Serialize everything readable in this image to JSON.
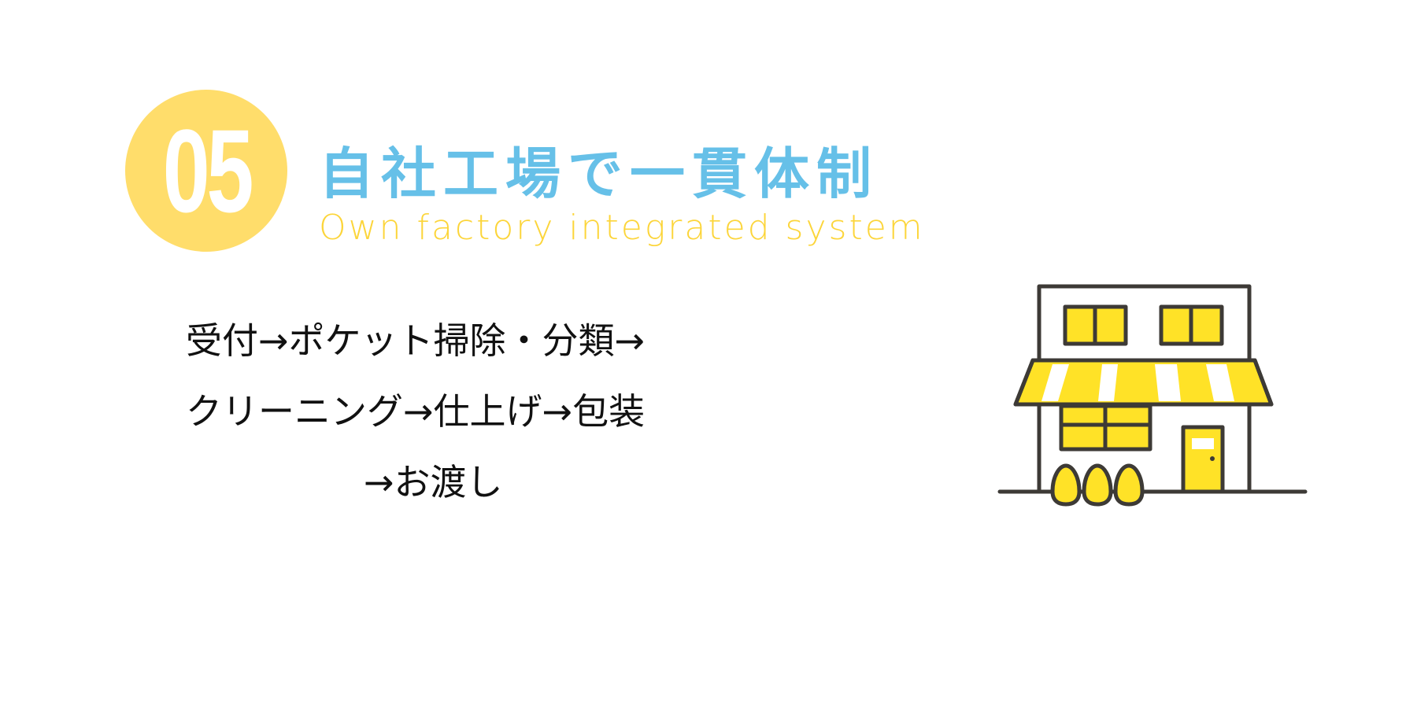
{
  "badge": {
    "number": "05"
  },
  "heading": {
    "title": "自社工場で一貫体制",
    "subtitle": "Own factory integrated system"
  },
  "process": {
    "lines": [
      "受付→ポケット掃除・分類→",
      "クリーニング→仕上げ→包装",
      "→お渡し"
    ]
  },
  "colors": {
    "badge": "#ffdd6b",
    "title": "#66c0e8",
    "subtitle": "#fcd53a",
    "store_fill": "#ffe227",
    "store_outline": "#3d3a36"
  }
}
